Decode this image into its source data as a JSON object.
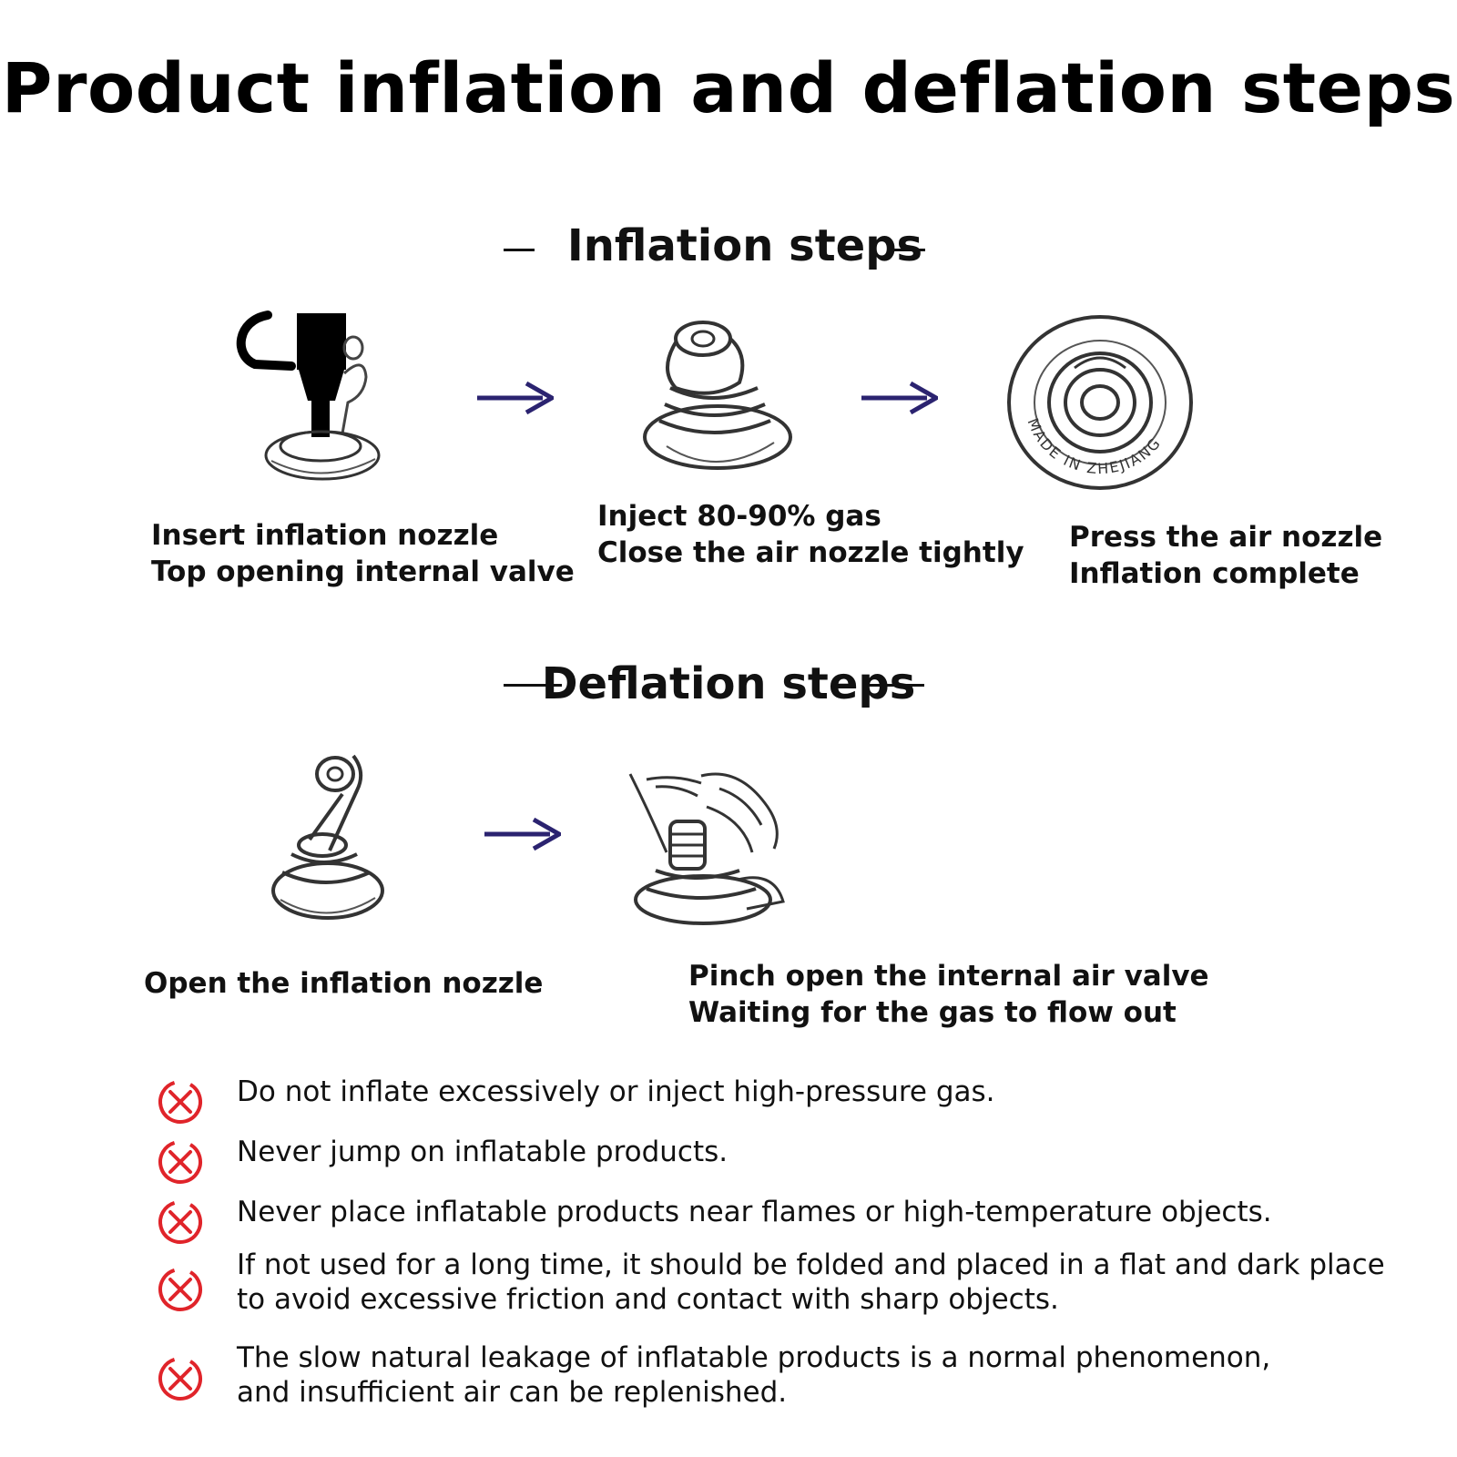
{
  "title": "Product inflation and deflation steps",
  "inflation": {
    "heading": "Inflation steps",
    "steps": [
      {
        "lines": [
          "Insert inflation nozzle",
          "Top opening internal valve"
        ]
      },
      {
        "lines": [
          "Inject 80-90% gas",
          "Close the air nozzle tightly"
        ]
      },
      {
        "lines": [
          "Press the air nozzle",
          "Inflation complete"
        ]
      }
    ]
  },
  "deflation": {
    "heading": "Deflation steps",
    "steps": [
      {
        "lines": [
          "Open the inflation nozzle"
        ]
      },
      {
        "lines": [
          "Pinch open the internal air valve",
          "Waiting for the gas to flow out"
        ]
      }
    ]
  },
  "warnings": [
    {
      "lines": [
        "Do not inflate excessively or inject high-pressure gas."
      ]
    },
    {
      "lines": [
        "Never jump on inflatable products."
      ]
    },
    {
      "lines": [
        "Never place inflatable products near flames or high-temperature objects."
      ]
    },
    {
      "lines": [
        "If not used for a long time, it should be folded and placed in a flat and dark place",
        "to avoid excessive friction and contact with sharp objects."
      ]
    },
    {
      "lines": [
        "The slow natural leakage of inflatable products is a normal phenomenon,",
        "and insufficient air can be replenished."
      ]
    }
  ],
  "valve_marking": "MADE IN ZHEJIANG",
  "colors": {
    "arrow": "#2b2370",
    "warning_icon": "#e0242a",
    "text": "#111111"
  },
  "icons": {
    "arrow": "arrow-right-icon",
    "warning": "prohibited-x-icon"
  }
}
